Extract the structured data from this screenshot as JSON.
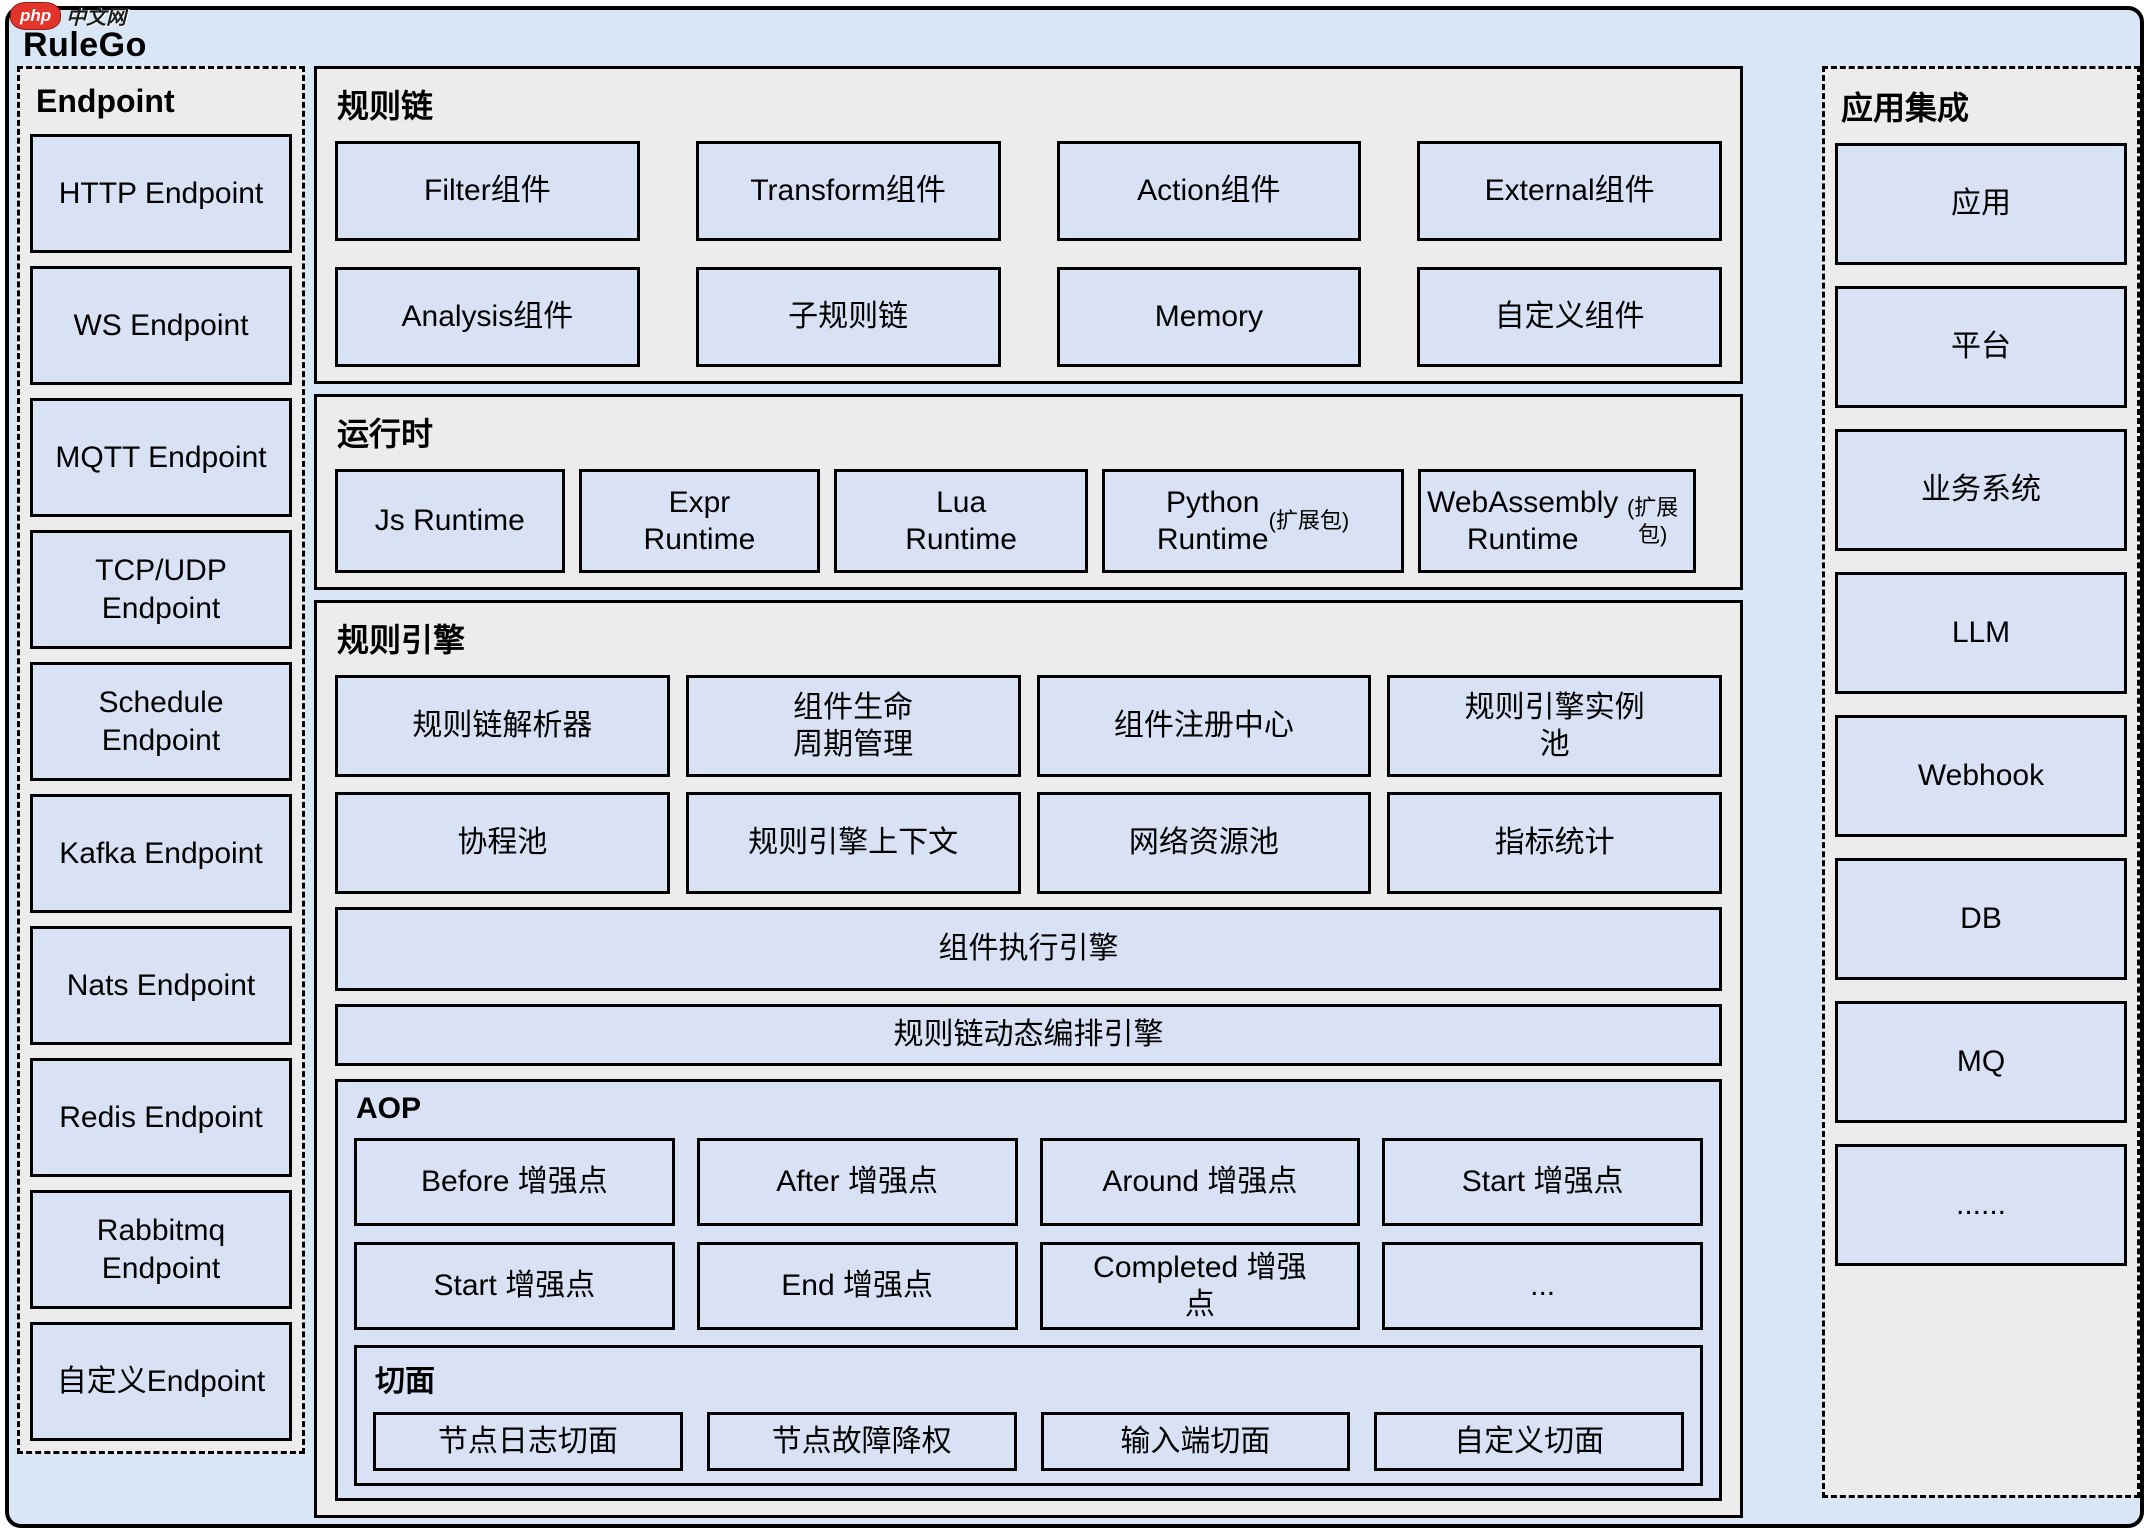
{
  "page": {
    "title": "RuleGo",
    "watermark": {
      "php": "php",
      "cn": "中文网"
    }
  },
  "colors": {
    "page_bg": "#d9e6f5",
    "panel_bg": "#ececec",
    "box_fill": "#d8e2f4",
    "border": "#000000",
    "logo_red": "#e3342b"
  },
  "endpoint_panel": {
    "title": "Endpoint",
    "items": [
      "HTTP Endpoint",
      "WS Endpoint",
      "MQTT Endpoint",
      "TCP/UDP\nEndpoint",
      "Schedule\nEndpoint",
      "Kafka Endpoint",
      "Nats Endpoint",
      "Redis Endpoint",
      "Rabbitmq\nEndpoint",
      "自定义Endpoint"
    ]
  },
  "rule_chain": {
    "title": "规则链",
    "items": [
      "Filter组件",
      "Transform组件",
      "Action组件",
      "External组件",
      "Analysis组件",
      "子规则链",
      "Memory",
      "自定义组件"
    ]
  },
  "runtime": {
    "title": "运行时",
    "items": [
      {
        "label": "Js Runtime",
        "note": ""
      },
      {
        "label": "Expr\nRuntime",
        "note": ""
      },
      {
        "label": "Lua\nRuntime",
        "note": ""
      },
      {
        "label": "Python\nRuntime",
        "note": "(扩展包)"
      },
      {
        "label": "WebAssembly\nRuntime",
        "note": "(扩展包)"
      }
    ]
  },
  "rule_engine": {
    "title": "规则引擎",
    "grid_items": [
      "规则链解析器",
      "组件生命\n周期管理",
      "组件注册中心",
      "规则引擎实例\n池",
      "协程池",
      "规则引擎上下文",
      "网络资源池",
      "指标统计"
    ],
    "wide_items": [
      "组件执行引擎",
      "规则链动态编排引擎"
    ]
  },
  "aop": {
    "title": "AOP",
    "items": [
      "Before 增强点",
      "After 增强点",
      "Around 增强点",
      "Start 增强点",
      "Start 增强点",
      "End 增强点",
      "Completed 增强\n点",
      "..."
    ]
  },
  "aspects": {
    "title": "切面",
    "items": [
      "节点日志切面",
      "节点故障降权",
      "输入端切面",
      "自定义切面"
    ]
  },
  "integration_panel": {
    "title": "应用集成",
    "items": [
      "应用",
      "平台",
      "业务系统",
      "LLM",
      "Webhook",
      "DB",
      "MQ",
      "......"
    ]
  }
}
